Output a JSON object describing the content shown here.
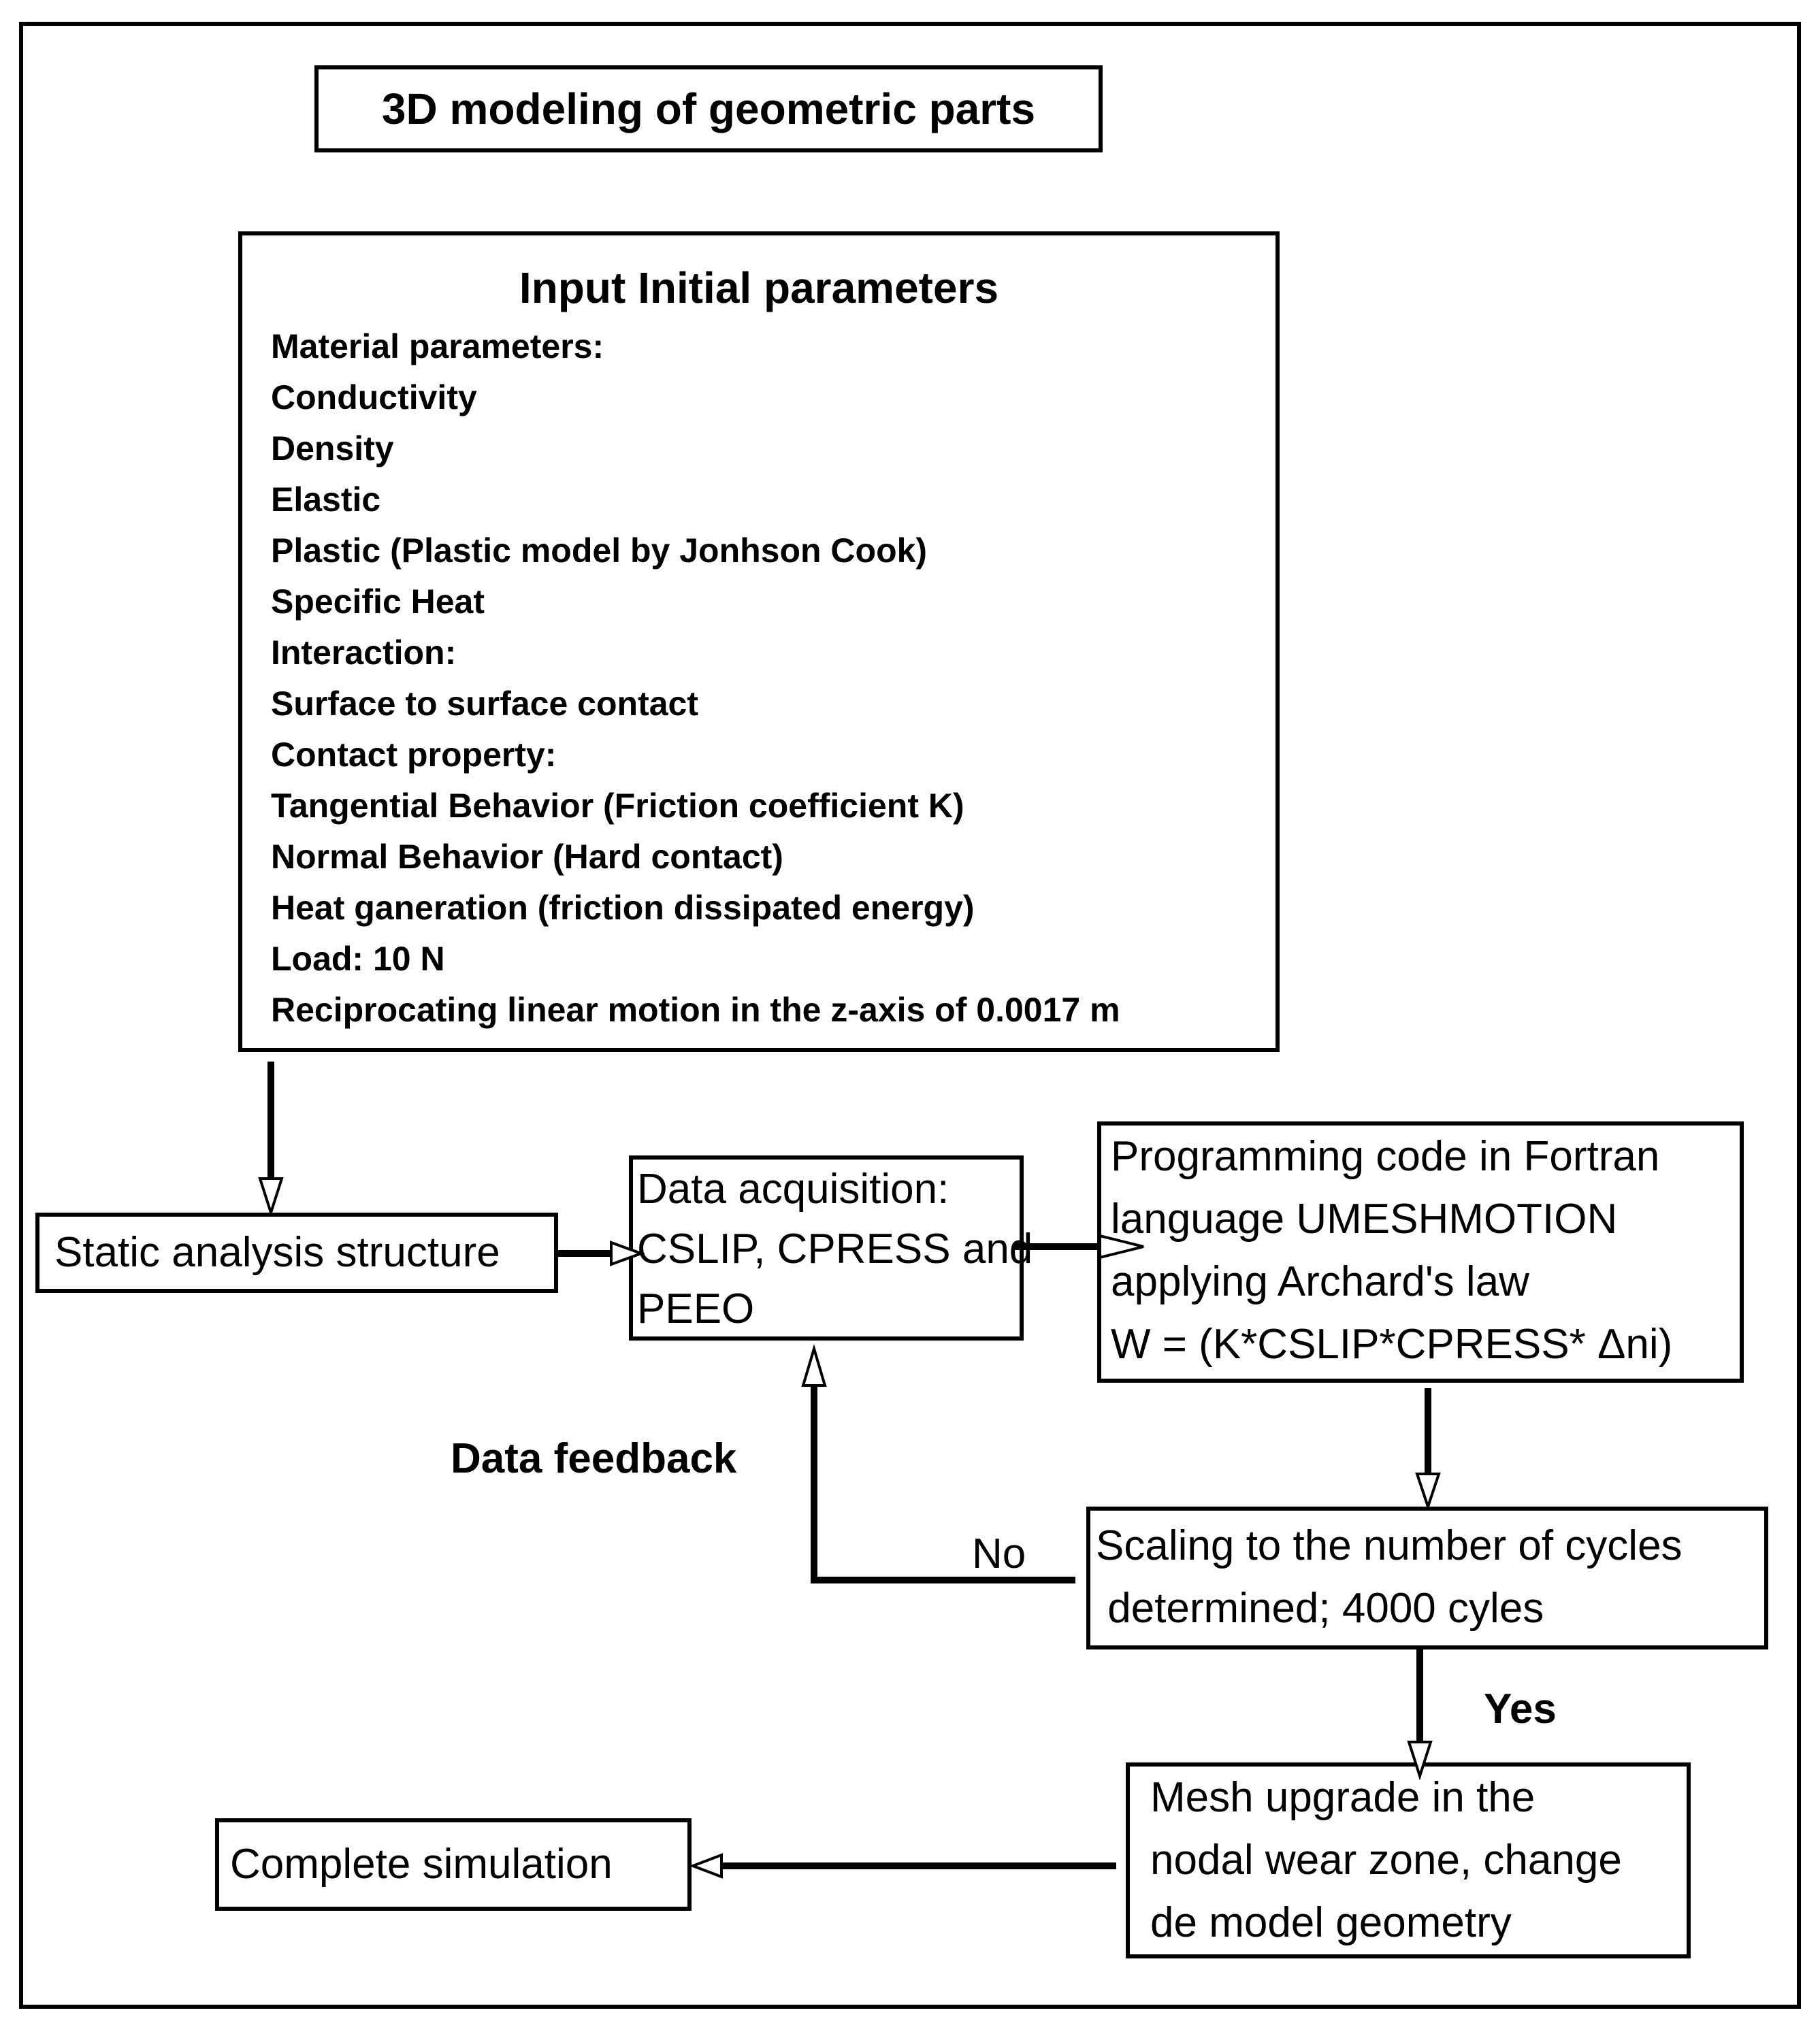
{
  "title": "3D modeling of geometric parts",
  "params": {
    "heading": "Input Initial parameters",
    "lines": [
      "Material parameters:",
      "Conductivity",
      "Density",
      "Elastic",
      "Plastic (Plastic model by Jonhson Cook)",
      "Specific Heat",
      "Interaction:",
      "Surface to surface contact",
      "Contact property:",
      "Tangential Behavior (Friction coefficient K)",
      "Normal Behavior (Hard contact)",
      "Heat ganeration (friction dissipated energy)",
      "Load: 10 N",
      "Reciprocating linear motion in the z-axis of 0.0017 m"
    ]
  },
  "static_analysis": "Static analysis structure",
  "data_acquisition": {
    "lines": [
      "Data acquisition:",
      "CSLIP, CPRESS and",
      "PEEO"
    ]
  },
  "programming": {
    "lines": [
      "Programming code in Fortran",
      "language UMESHMOTION",
      "applying Archard's law",
      "W = (K*CSLIP*CPRESS* Δni)"
    ]
  },
  "scaling": {
    "lines": [
      "Scaling to the number of cycles",
      " determined; 4000 cyles"
    ]
  },
  "mesh": {
    "lines": [
      "Mesh upgrade in the",
      "nodal wear zone, change",
      "de model geometry"
    ]
  },
  "complete": "Complete simulation",
  "labels": {
    "feedback": "Data feedback",
    "no": "No",
    "yes": "Yes"
  }
}
